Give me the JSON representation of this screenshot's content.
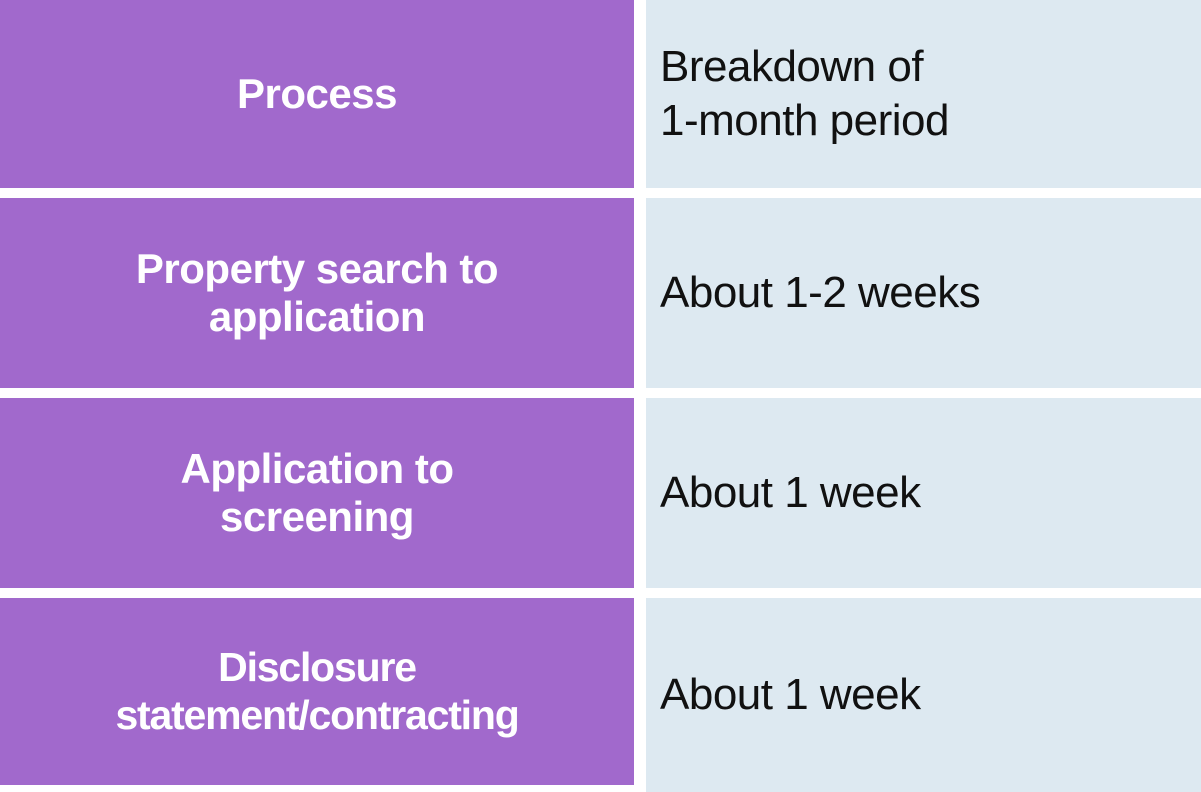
{
  "table": {
    "columns": [
      {
        "key": "process",
        "header": "Process"
      },
      {
        "key": "duration",
        "header": "Breakdown of\n1-month period"
      }
    ],
    "colors": {
      "process_background": "#A169CC",
      "process_text": "#FFFFFF",
      "duration_background": "#DDE9F1",
      "duration_text": "#111111",
      "gutter": "#FFFFFF"
    },
    "rows": [
      {
        "process": "Process",
        "duration": "Breakdown of\n1-month period",
        "is_header": true
      },
      {
        "process": "Property search to\napplication",
        "duration": "About 1-2 weeks",
        "is_header": false
      },
      {
        "process": "Application to\nscreening",
        "duration": "About 1 week",
        "is_header": false
      },
      {
        "process": "Disclosure\nstatement/contracting",
        "duration": "About 1 week",
        "is_header": false
      }
    ]
  },
  "chart_data": {
    "type": "table",
    "title": "Breakdown of 1-month period",
    "columns": [
      "Process",
      "Breakdown of 1-month period"
    ],
    "rows": [
      [
        "Process",
        "Breakdown of 1-month period"
      ],
      [
        "Property search to application",
        "About 1-2 weeks"
      ],
      [
        "Application to screening",
        "About 1 week"
      ],
      [
        "Disclosure statement/contracting",
        "About 1 week"
      ]
    ],
    "durations_weeks": [
      null,
      [
        1,
        2
      ],
      [
        1,
        1
      ],
      [
        1,
        1
      ]
    ],
    "total_period": "1 month"
  }
}
